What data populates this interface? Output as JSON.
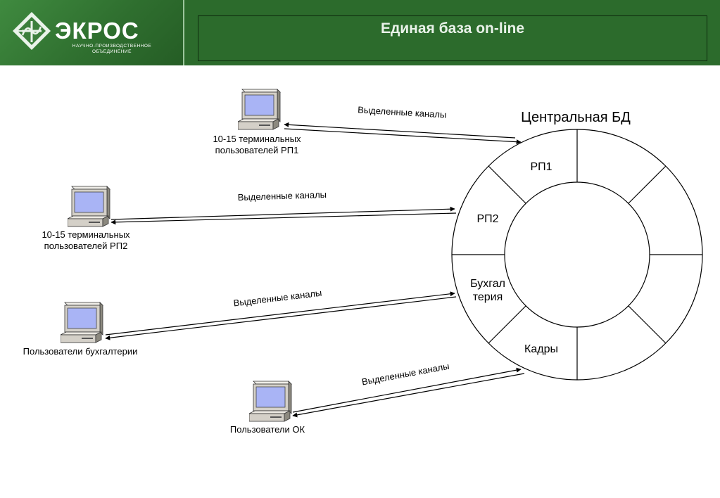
{
  "header": {
    "logo": {
      "name": "ЭКРОС",
      "subtitle_line1": "НАУЧНО-ПРОИЗВОДСТВЕННОЕ",
      "subtitle_line2": "ОБЪЕДИНЕНИЕ"
    },
    "title": "Единая база on-line"
  },
  "database": {
    "title": "Центральная БД",
    "segments": [
      "РП1",
      "РП2",
      "Бухгал\nтерия",
      "Кадры"
    ]
  },
  "terminals": [
    {
      "label_line1": "10-15 терминальных",
      "label_line2": "пользователей РП1",
      "channel_label": "Выделенные каналы"
    },
    {
      "label_line1": "10-15 терминальных",
      "label_line2": "пользователей РП2",
      "channel_label": "Выделенные каналы"
    },
    {
      "label_line1": "Пользователи бухгалтерии",
      "label_line2": "",
      "channel_label": "Выделенные каналы"
    },
    {
      "label_line1": "Пользователи ОК",
      "label_line2": "",
      "channel_label": "Выделенные каналы"
    }
  ],
  "colors": {
    "header_green": "#2c6b2c",
    "screen_blue": "#a9b4f5",
    "computer_beige": "#d4d0c8"
  }
}
